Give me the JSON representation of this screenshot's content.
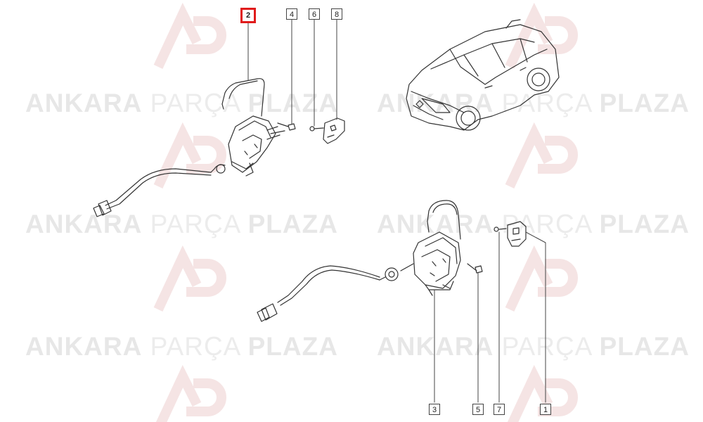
{
  "watermark": {
    "word1": "ANKARA",
    "word2": "PARÇA",
    "word3": "PLAZA"
  },
  "callouts": {
    "c2": "2",
    "c4": "4",
    "c6": "6",
    "c8": "8",
    "c3": "3",
    "c5": "5",
    "c7": "7",
    "c1": "1"
  },
  "selected_part": "2",
  "colors": {
    "selected": "#e01b1b",
    "line": "#333333",
    "watermark": "#e7e7e7"
  }
}
